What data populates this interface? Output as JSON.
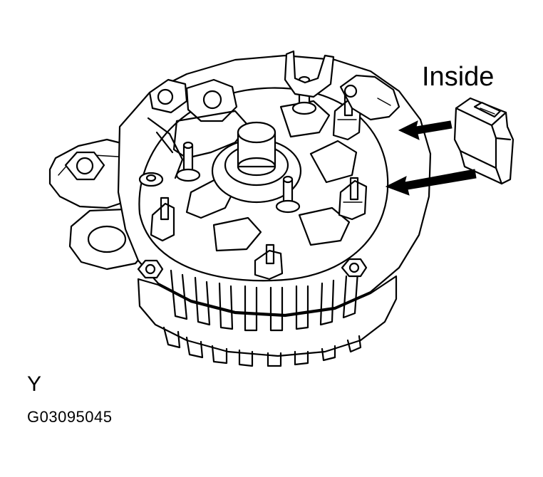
{
  "labels": {
    "inside": "Inside",
    "view": "Y",
    "code": "G03095045"
  },
  "colors": {
    "line": "#000000",
    "background": "#ffffff"
  }
}
